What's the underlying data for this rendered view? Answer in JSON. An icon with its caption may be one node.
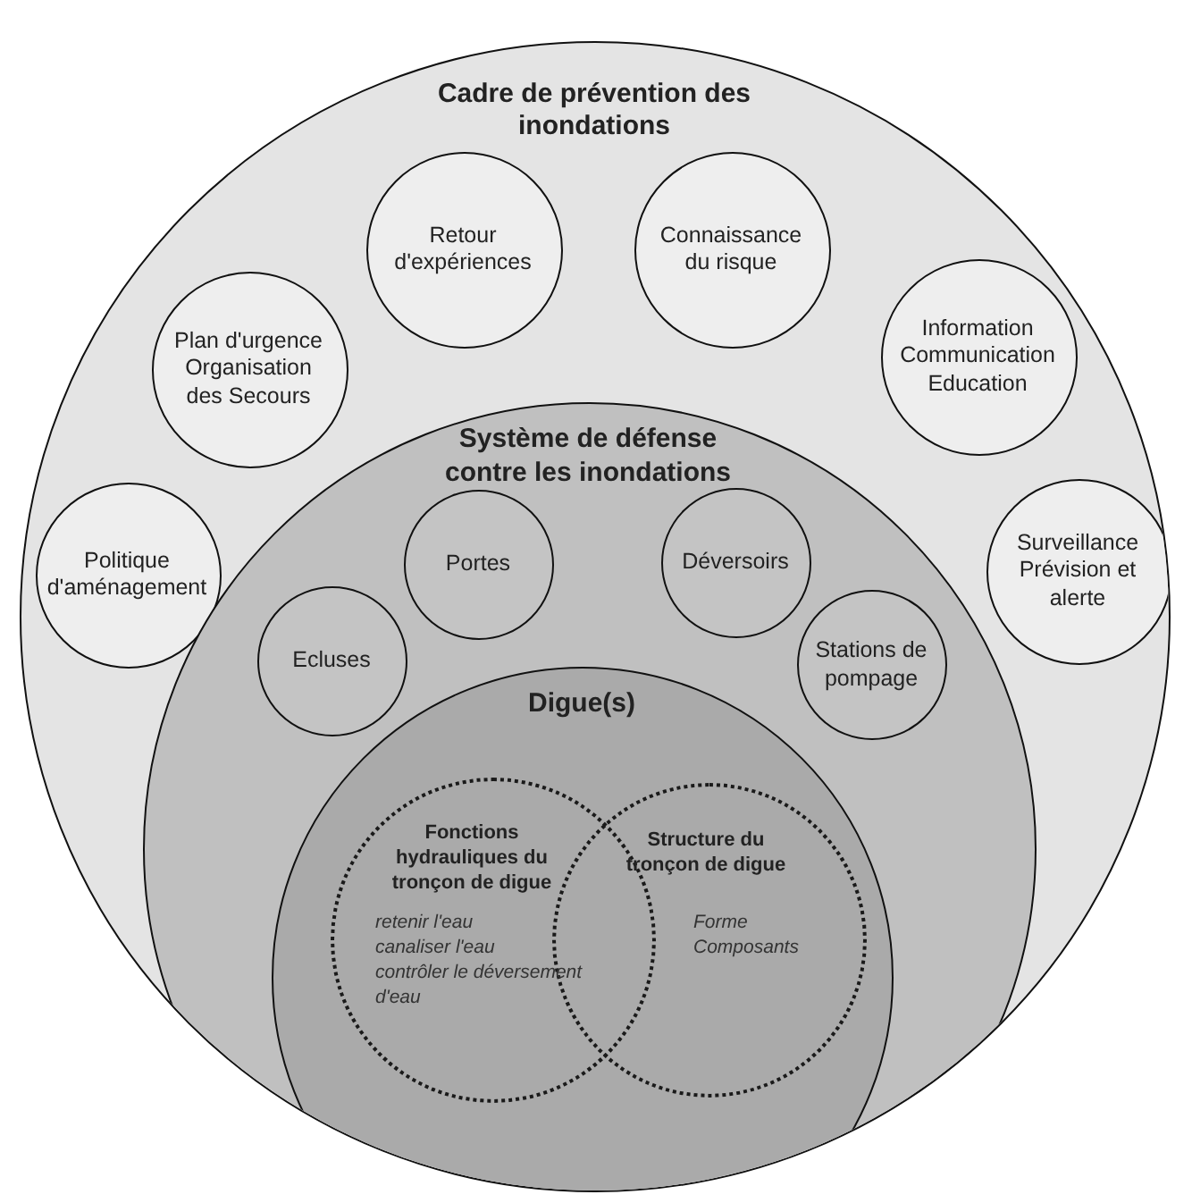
{
  "diagram": {
    "nodes": [
      {
        "text": [
          "Cadre de prévention des inondations"
        ]
      },
      {
        "text": [
          "Retour d'expériences"
        ],
        "in": 0
      },
      {
        "text": [
          "Connaissance du risque"
        ],
        "in": 0
      },
      {
        "text": [
          "Plan d'urgence Organisation des Secours"
        ],
        "in": 0
      },
      {
        "text": [
          "Information Communication Education"
        ],
        "in": 0
      },
      {
        "text": [
          "Politique d'aménagement"
        ],
        "in": 0
      },
      {
        "text": [
          "Surveillance Prévision et alerte"
        ],
        "in": 0
      },
      {
        "text": [
          "Système de défense contre les inondations"
        ],
        "in": 0
      },
      {
        "text": [
          "Portes"
        ],
        "in": 7
      },
      {
        "text": [
          "Déversoirs"
        ],
        "in": 7
      },
      {
        "text": [
          "Ecluses"
        ],
        "in": 7
      },
      {
        "text": [
          "Stations de pompage"
        ],
        "in": 7
      },
      {
        "text": [
          "Digue(s)"
        ],
        "in": 7
      },
      {
        "text": [
          "Fonctions hydrauliques du tronçon de digue",
          "retenir l'eau",
          "canaliser l'eau",
          "contrôler le déversement d'eau"
        ],
        "in": 12
      },
      {
        "text": [
          "Structure du tronçon de digue",
          "Forme",
          "Composants"
        ],
        "in": 12
      }
    ]
  }
}
